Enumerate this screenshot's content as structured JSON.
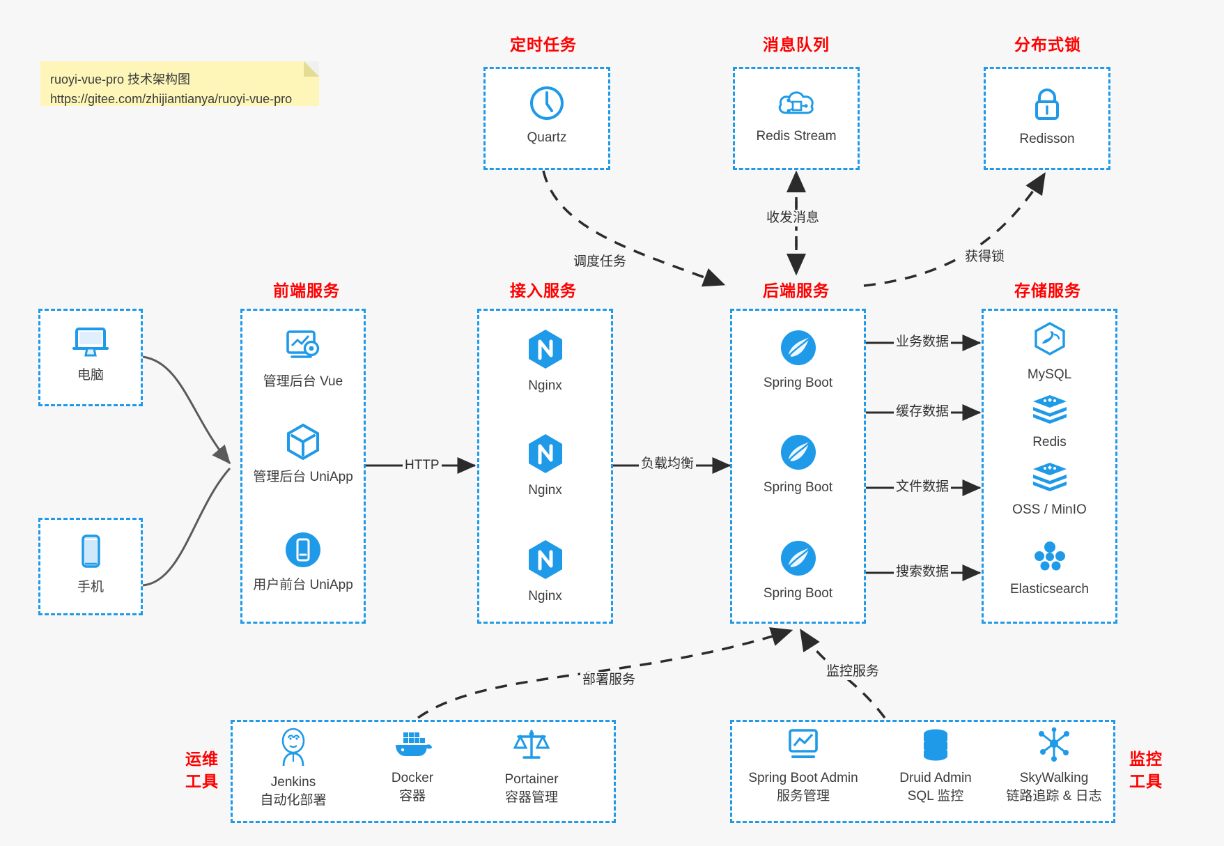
{
  "note": {
    "line1": "ruoyi-vue-pro 技术架构图",
    "line2": "https://gitee.com/zhijiantianya/ruoyi-vue-pro"
  },
  "colors": {
    "accent_blue": "#1f9ae8",
    "title_red": "#ff0000",
    "canvas": "#f7f7f7",
    "box_fill": "#ffffff",
    "edge_dark": "#2b2b2b",
    "client_edge": "#5a5a5a",
    "note_yellow": "#fdf6b8"
  },
  "groups": {
    "scheduled_task": {
      "title": "定时任务",
      "nodes": [
        {
          "label": "Quartz",
          "icon": "clock-icon"
        }
      ]
    },
    "message_queue": {
      "title": "消息队列",
      "nodes": [
        {
          "label": "Redis Stream",
          "icon": "cloud-stream-icon"
        }
      ]
    },
    "distributed_lock": {
      "title": "分布式锁",
      "nodes": [
        {
          "label": "Redisson",
          "icon": "lock-icon"
        }
      ]
    },
    "clients": {
      "nodes": [
        {
          "label": "电脑",
          "icon": "desktop-monitor-icon"
        },
        {
          "label": "手机",
          "icon": "mobile-phone-icon"
        }
      ]
    },
    "frontend": {
      "title": "前端服务",
      "nodes": [
        {
          "label": "管理后台 Vue",
          "icon": "dashboard-settings-icon"
        },
        {
          "label": "管理后台 UniApp",
          "icon": "cube-icon"
        },
        {
          "label": "用户前台 UniApp",
          "icon": "mobile-app-icon"
        }
      ]
    },
    "gateway": {
      "title": "接入服务",
      "nodes": [
        {
          "label": "Nginx",
          "icon": "nginx-icon"
        },
        {
          "label": "Nginx",
          "icon": "nginx-icon"
        },
        {
          "label": "Nginx",
          "icon": "nginx-icon"
        }
      ]
    },
    "backend": {
      "title": "后端服务",
      "nodes": [
        {
          "label": "Spring Boot",
          "icon": "spring-boot-icon"
        },
        {
          "label": "Spring Boot",
          "icon": "spring-boot-icon"
        },
        {
          "label": "Spring Boot",
          "icon": "spring-boot-icon"
        }
      ]
    },
    "storage": {
      "title": "存储服务",
      "nodes": [
        {
          "label": "MySQL",
          "icon": "mysql-dolphin-icon"
        },
        {
          "label": "Redis",
          "icon": "redis-stack-icon"
        },
        {
          "label": "OSS / MinIO",
          "icon": "redis-stack-icon"
        },
        {
          "label": "Elasticsearch",
          "icon": "elasticsearch-icon"
        }
      ]
    },
    "devops": {
      "title": "运维\n工具",
      "title_lines": [
        "运维",
        "工具"
      ],
      "nodes": [
        {
          "label": "Jenkins",
          "sublabel": "自动化部署",
          "icon": "jenkins-butler-icon"
        },
        {
          "label": "Docker",
          "sublabel": "容器",
          "icon": "docker-whale-icon"
        },
        {
          "label": "Portainer",
          "sublabel": "容器管理",
          "icon": "portainer-scale-icon"
        }
      ]
    },
    "monitoring": {
      "title_lines": [
        "监控",
        "工具"
      ],
      "nodes": [
        {
          "label": "Spring Boot Admin",
          "sublabel": "服务管理",
          "icon": "monitor-chart-icon"
        },
        {
          "label": "Druid Admin",
          "sublabel": "SQL 监控",
          "icon": "database-icon"
        },
        {
          "label": "SkyWalking",
          "sublabel": "链路追踪 & 日志",
          "icon": "skywalking-network-icon"
        }
      ]
    }
  },
  "edges": [
    {
      "name": "frontend-to-gateway",
      "label": "HTTP"
    },
    {
      "name": "gateway-to-backend",
      "label": "负载均衡"
    },
    {
      "name": "quartz-to-backend",
      "label": "调度任务"
    },
    {
      "name": "backend-to-redisstream",
      "label": "收发消息"
    },
    {
      "name": "backend-to-redisson",
      "label": "获得锁"
    },
    {
      "name": "backend-to-mysql",
      "label": "业务数据"
    },
    {
      "name": "backend-to-redis",
      "label": "缓存数据"
    },
    {
      "name": "backend-to-oss",
      "label": "文件数据"
    },
    {
      "name": "backend-to-es",
      "label": "搜索数据"
    },
    {
      "name": "devops-to-backend",
      "label": "部署服务"
    },
    {
      "name": "monitoring-to-backend",
      "label": "监控服务"
    }
  ]
}
